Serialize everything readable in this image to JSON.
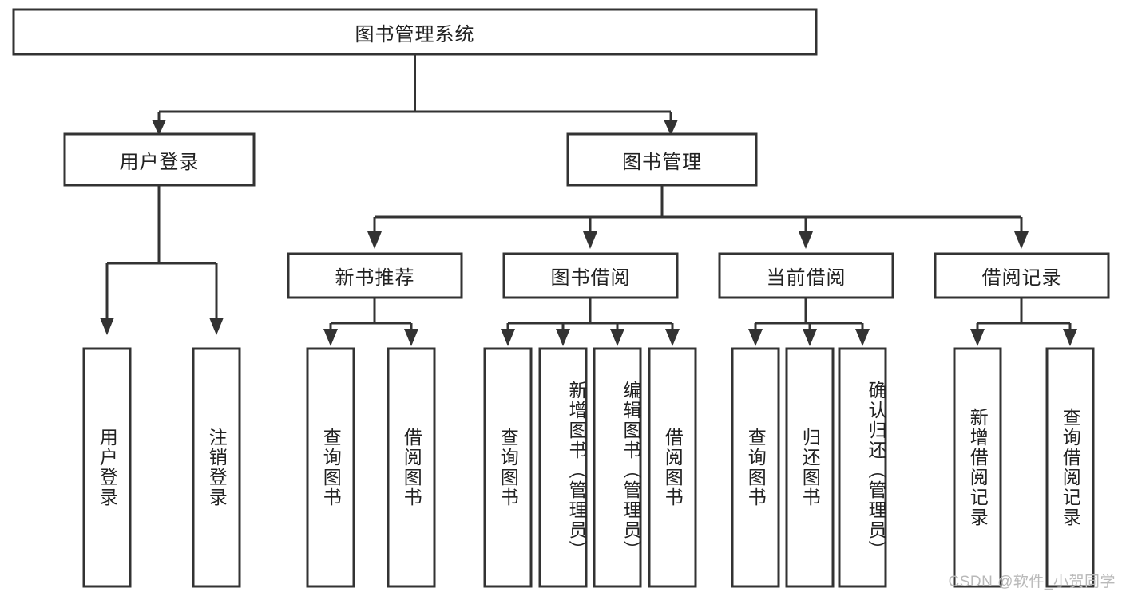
{
  "diagram": {
    "type": "tree-hierarchy",
    "title": "图书管理系统",
    "orientation": "top-down",
    "watermark": "CSDN @软件_小贺同学",
    "colors": {
      "box_stroke": "#333333",
      "box_fill": "#ffffff",
      "connector": "#333333",
      "text": "#222222",
      "watermark": "#b9b9b9",
      "background": "#ffffff"
    },
    "levels": [
      {
        "level": 1,
        "nodes": [
          {
            "id": "root",
            "label": "图书管理系统",
            "orientation": "horizontal"
          }
        ]
      },
      {
        "level": 2,
        "nodes": [
          {
            "id": "login",
            "label": "用户登录",
            "orientation": "horizontal",
            "parent": "root"
          },
          {
            "id": "bookmgmt",
            "label": "图书管理",
            "orientation": "horizontal",
            "parent": "root"
          }
        ]
      },
      {
        "level": 3,
        "nodes": [
          {
            "id": "newbook",
            "label": "新书推荐",
            "orientation": "horizontal",
            "parent": "bookmgmt"
          },
          {
            "id": "borrow",
            "label": "图书借阅",
            "orientation": "horizontal",
            "parent": "bookmgmt"
          },
          {
            "id": "current",
            "label": "当前借阅",
            "orientation": "horizontal",
            "parent": "bookmgmt"
          },
          {
            "id": "records",
            "label": "借阅记录",
            "orientation": "horizontal",
            "parent": "bookmgmt"
          }
        ]
      },
      {
        "level": 4,
        "nodes": [
          {
            "id": "leaf-1",
            "label": "用户登录",
            "orientation": "vertical",
            "parent": "login"
          },
          {
            "id": "leaf-2",
            "label": "注销登录",
            "orientation": "vertical",
            "parent": "login"
          },
          {
            "id": "leaf-3",
            "label": "查询图书",
            "orientation": "vertical",
            "parent": "newbook"
          },
          {
            "id": "leaf-4",
            "label": "借阅图书",
            "orientation": "vertical",
            "parent": "newbook"
          },
          {
            "id": "leaf-5",
            "label": "查询图书",
            "orientation": "vertical",
            "parent": "borrow"
          },
          {
            "id": "leaf-6",
            "label": "新增图书（管理员）",
            "orientation": "vertical",
            "parent": "borrow"
          },
          {
            "id": "leaf-7",
            "label": "编辑图书（管理员）",
            "orientation": "vertical",
            "parent": "borrow"
          },
          {
            "id": "leaf-8",
            "label": "借阅图书",
            "orientation": "vertical",
            "parent": "borrow"
          },
          {
            "id": "leaf-9",
            "label": "查询图书",
            "orientation": "vertical",
            "parent": "current"
          },
          {
            "id": "leaf-10",
            "label": "归还图书",
            "orientation": "vertical",
            "parent": "current"
          },
          {
            "id": "leaf-11",
            "label": "确认归还（管理员）",
            "orientation": "vertical",
            "parent": "current"
          },
          {
            "id": "leaf-12",
            "label": "新增借阅记录",
            "orientation": "vertical",
            "parent": "records"
          },
          {
            "id": "leaf-13",
            "label": "查询借阅记录",
            "orientation": "vertical",
            "parent": "records"
          }
        ]
      }
    ]
  }
}
